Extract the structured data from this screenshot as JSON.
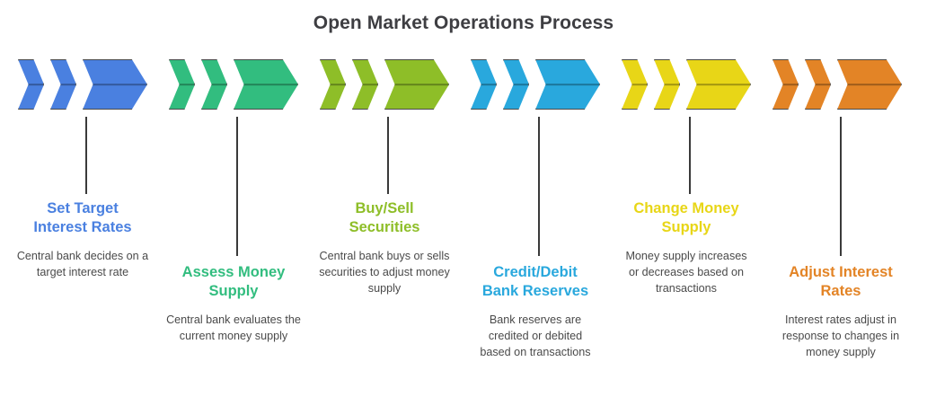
{
  "title": "Open Market Operations Process",
  "title_color": "#3e3e42",
  "background": "#ffffff",
  "connector_color": "#3a3a3a",
  "arrow_outline_color": "#4a4a4a",
  "steps": [
    {
      "index": 1,
      "title": "Set Target Interest Rates",
      "title_line1": "Set Target",
      "title_line2": "Interest Rates",
      "description": "Central bank decides on a target interest rate",
      "color": "#4a80e0",
      "position": "upper"
    },
    {
      "index": 2,
      "title": "Assess Money Supply",
      "title_line1": "Assess Money",
      "title_line2": "Supply",
      "description": "Central bank evaluates the current money supply",
      "color": "#32bd7f",
      "position": "lower"
    },
    {
      "index": 3,
      "title": "Buy/Sell Securities",
      "title_line1": "Buy/Sell",
      "title_line2": "Securities",
      "description": "Central bank buys or sells securities to adjust money supply",
      "color": "#8ebe28",
      "position": "upper"
    },
    {
      "index": 4,
      "title": "Credit/Debit Bank Reserves",
      "title_line1": "Credit/Debit",
      "title_line2": "Bank Reserves",
      "description": "Bank reserves are credited or debited based on transactions",
      "color": "#29a8dd",
      "position": "lower"
    },
    {
      "index": 5,
      "title": "Change Money Supply",
      "title_line1": "Change Money",
      "title_line2": "Supply",
      "description": "Money supply increases or decreases based on transactions",
      "color": "#e8d617",
      "position": "upper"
    },
    {
      "index": 6,
      "title": "Adjust Interest Rates",
      "title_line1": "Adjust Interest",
      "title_line2": "Rates",
      "description": "Interest rates adjust in response to changes in money supply",
      "color": "#e38426",
      "position": "lower"
    }
  ]
}
